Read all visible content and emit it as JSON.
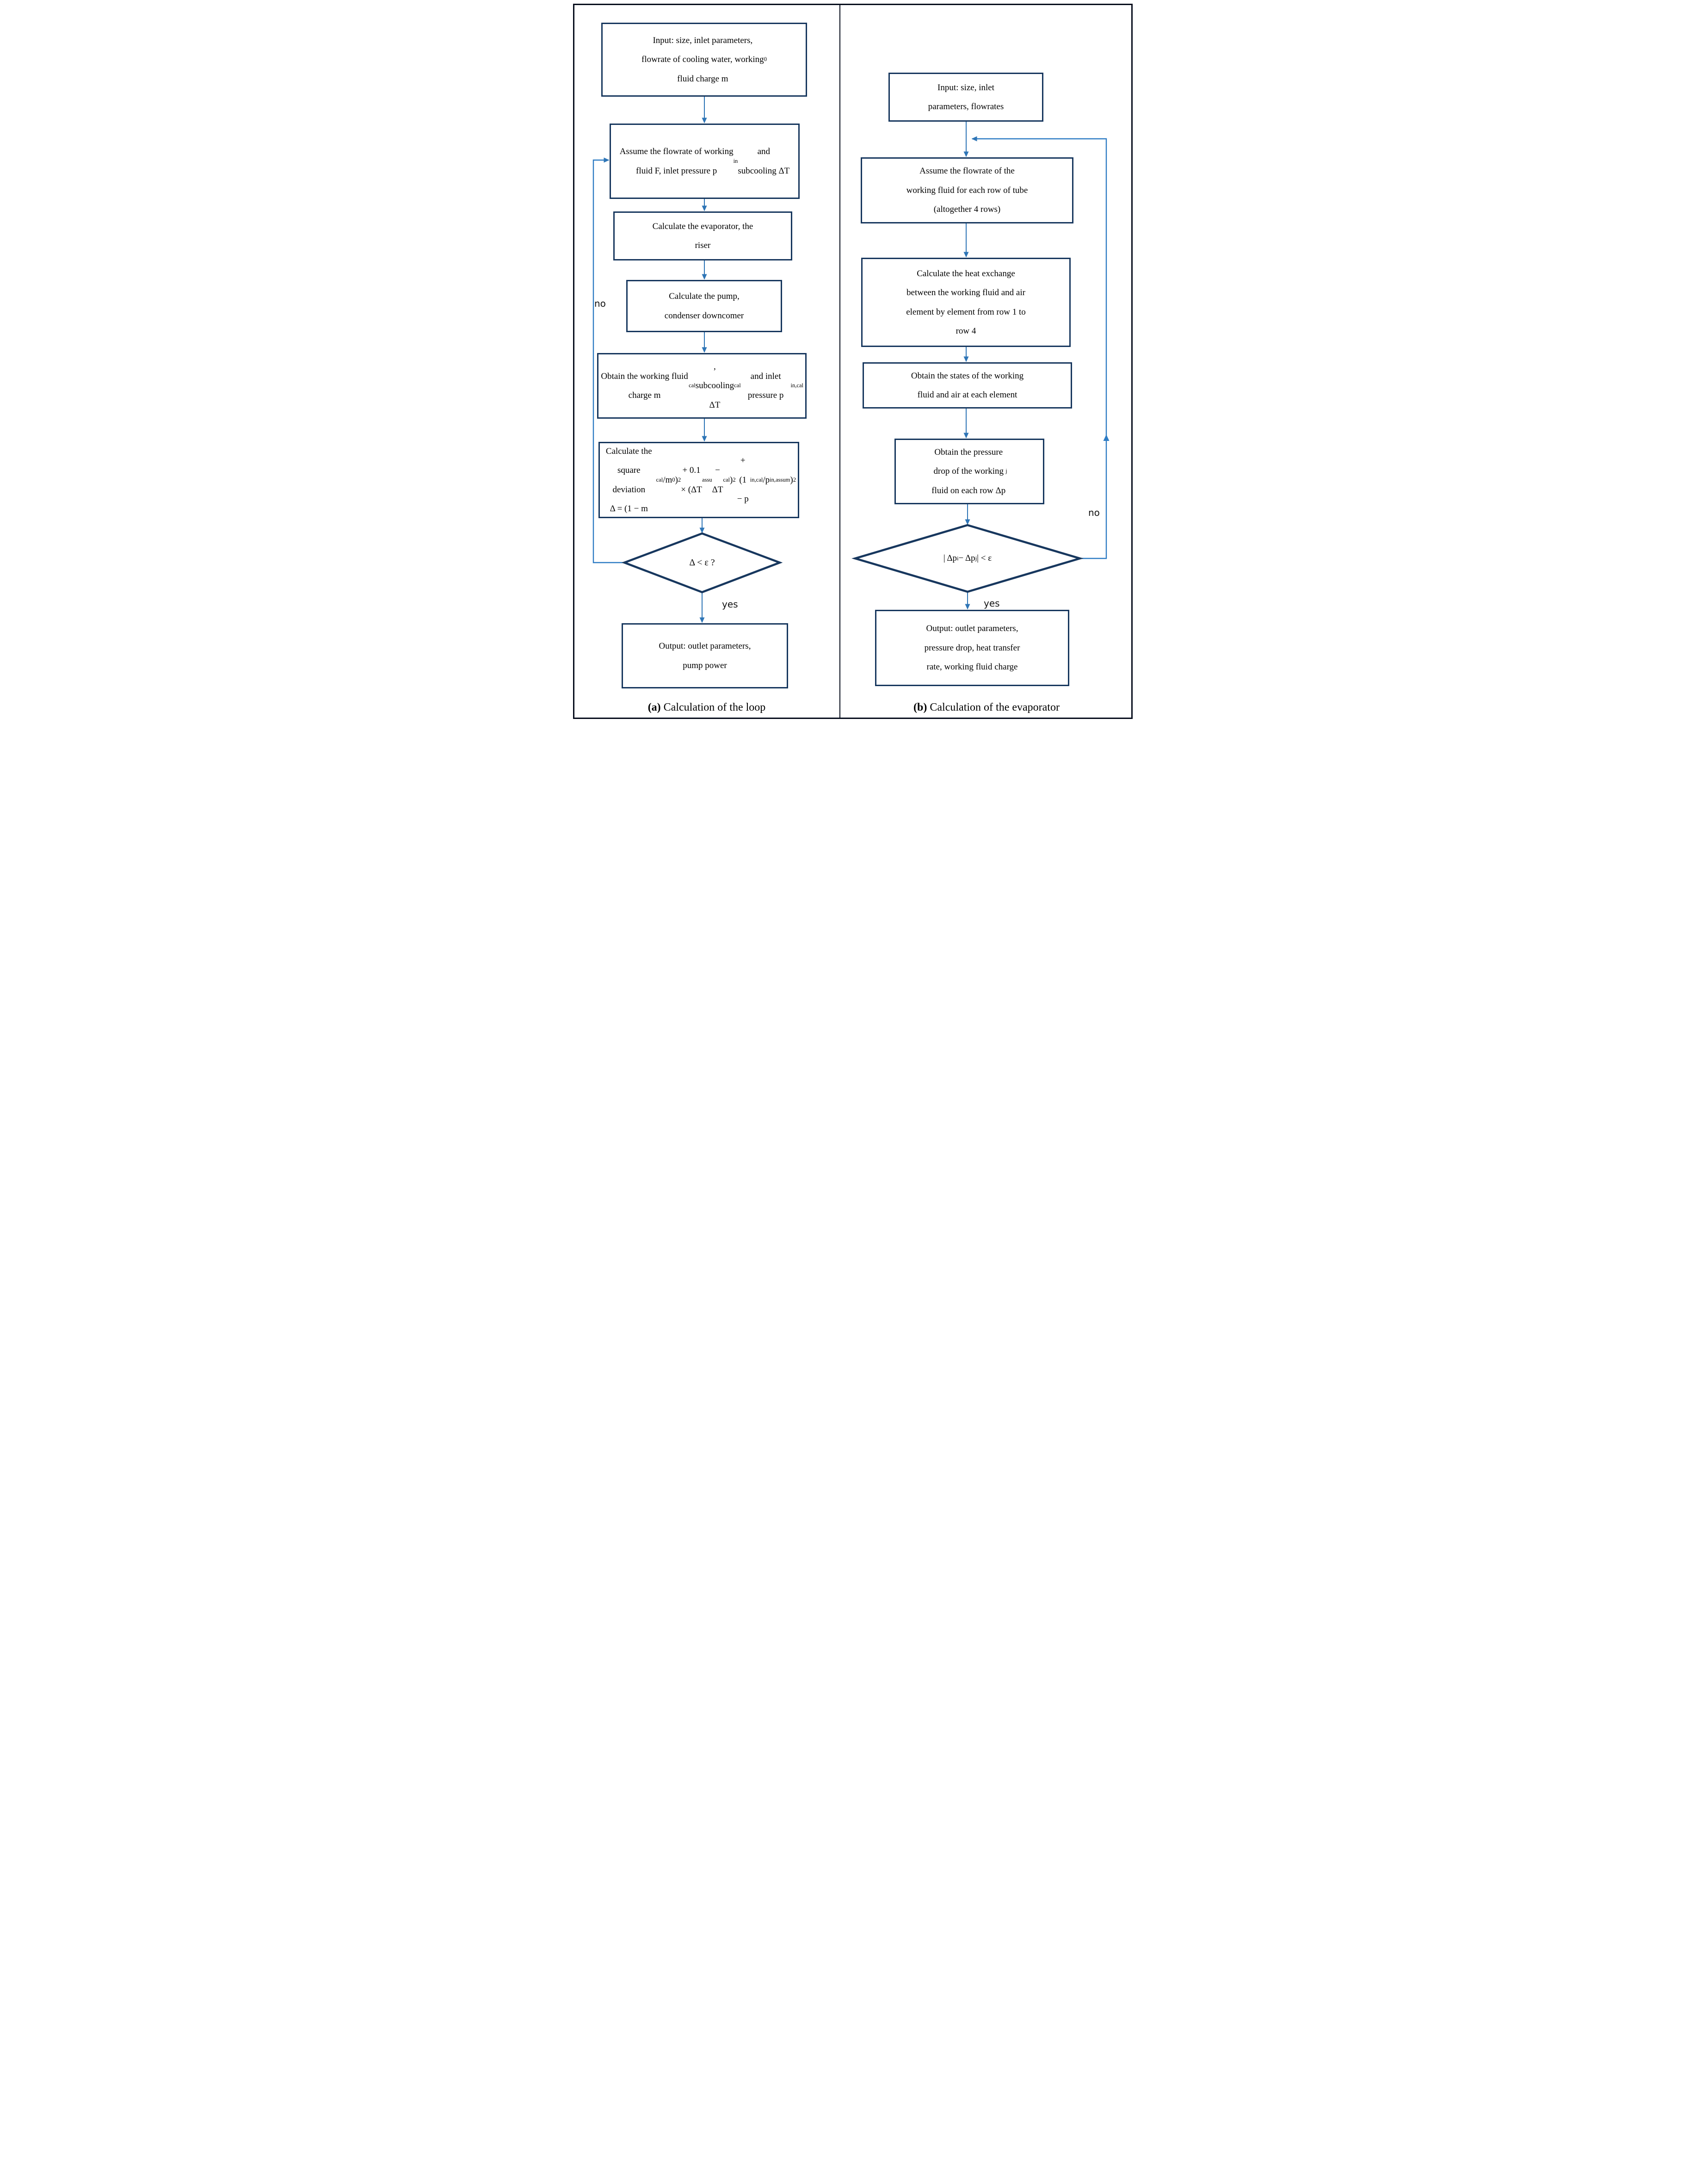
{
  "colors": {
    "box_border": "#17375e",
    "arrow": "#2e75b6",
    "frame": "#060d1c",
    "text": "#000000",
    "background": "#ffffff"
  },
  "diagram": {
    "panel_a": {
      "boxes": [
        {
          "id": "input",
          "html": "Input: size, inlet parameters,<br>flowrate of cooling water, working<br>fluid charge m<sub>0</sub>"
        },
        {
          "id": "assume",
          "html": "Assume the flowrate of working<br>fluid F, inlet pressure p<sub>in</sub> and<br>subcooling ΔT"
        },
        {
          "id": "calc-evaporator",
          "html": "Calculate the evaporator, the<br>riser"
        },
        {
          "id": "calc-pump",
          "html": "Calculate the pump,<br>condenser downcomer"
        },
        {
          "id": "obtain-charge",
          "html": "Obtain the working fluid charge m<sub>cal</sub>,<br>subcooling ΔT<sub>cal</sub> and inlet pressure p<sub>in,cal</sub>"
        },
        {
          "id": "square-deviation",
          "html": "Calculate the square deviation<br>Δ = (1 − m<sub>cal</sub>/m<sub>0</sub>)<sup>2</sup> + 0.1 × (ΔT<sub>assu</sub> −<br>ΔT<sub>cal</sub>)<sup>2</sup> + (1 − p<sub>in,cal</sub>/p<sub>in,assum</sub>)<sup>2</sup>"
        },
        {
          "id": "output",
          "html": "Output: outlet parameters,<br>pump power"
        }
      ],
      "decision_html": "Δ &lt; ε ?",
      "no_label": "no",
      "yes_label": "yes",
      "caption_label": "(a)",
      "caption_text": " Calculation of the loop"
    },
    "panel_b": {
      "boxes": [
        {
          "id": "input",
          "html": "Input: size, inlet<br>parameters, flowrates"
        },
        {
          "id": "assume-rows",
          "html": "Assume the flowrate of the<br>working fluid for each row of tube<br>(altogether 4 rows)"
        },
        {
          "id": "calc-heat-exchange",
          "html": "Calculate the heat exchange<br>between the working fluid and air<br>element by element from row 1 to<br>row 4"
        },
        {
          "id": "obtain-states",
          "html": "Obtain the states of the working<br>fluid and air at each element"
        },
        {
          "id": "obtain-pressure-drop",
          "html": "Obtain the pressure<br>drop of the working<br>fluid on each row Δp<sub>j</sub>"
        },
        {
          "id": "output",
          "html": "Output: outlet parameters,<br>pressure drop, heat transfer<br>rate, working fluid charge"
        }
      ],
      "decision_html": "| Δp<sub>i</sub> − Δp<sub>j</sub> | &lt; ε",
      "no_label": "no",
      "yes_label": "yes",
      "caption_label": "(b)",
      "caption_text": " Calculation of the evaporator"
    }
  }
}
